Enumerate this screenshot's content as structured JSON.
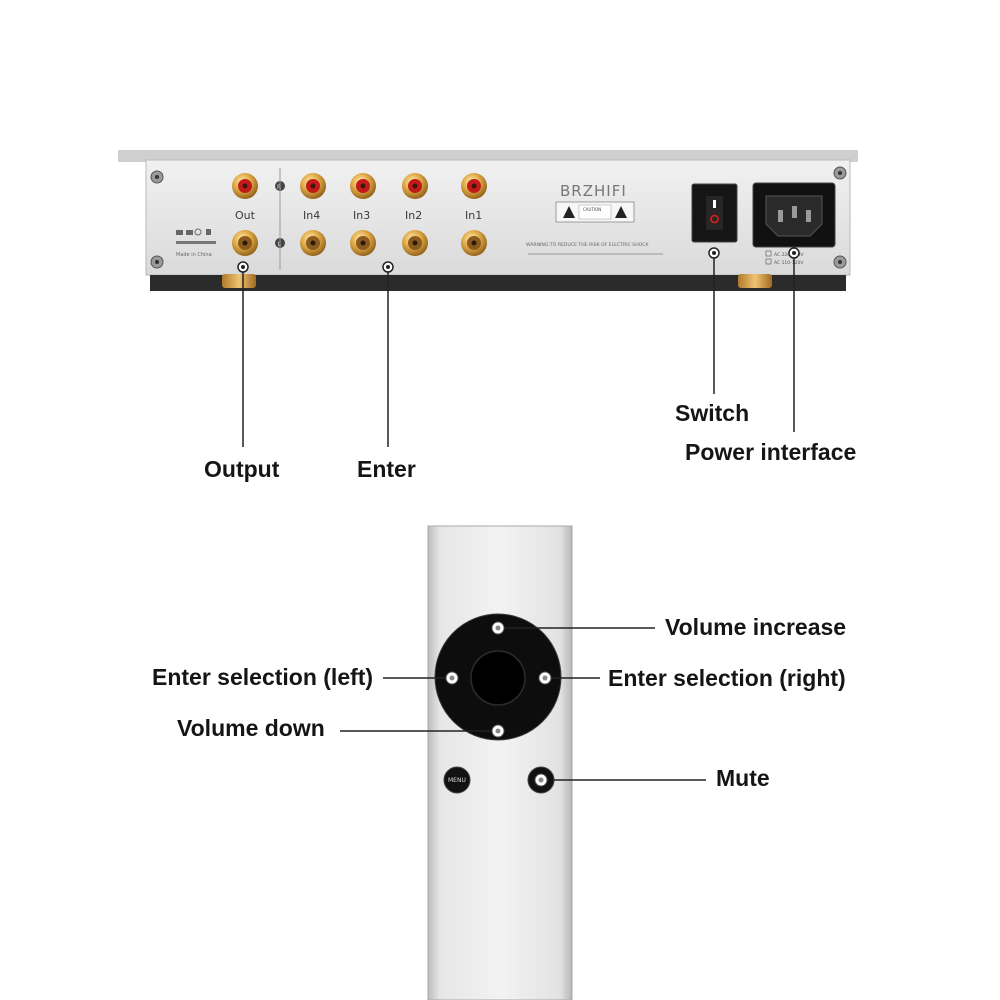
{
  "amplifier": {
    "brand": "BRZHIFI",
    "jacks": {
      "output": "Out",
      "inputs": [
        "In4",
        "In3",
        "In2",
        "In1"
      ]
    },
    "channel_marks": [
      "R",
      "L"
    ],
    "made_in": "Made in China",
    "warning_text": "WARNING:TO REDUCE THE RISK OF ELECTRIC SHOCK",
    "caution_text": "CAUTION",
    "voltage_options": [
      "AC 220-240V",
      "AC 110-120V"
    ]
  },
  "callouts": {
    "output": "Output",
    "enter": "Enter",
    "switch": "Switch",
    "power": "Power interface"
  },
  "remote": {
    "menu_button": "MENU",
    "callouts": {
      "volume_increase": "Volume increase",
      "enter_left": "Enter selection (left)",
      "enter_right": "Enter selection (right)",
      "volume_down": "Volume down",
      "mute": "Mute"
    }
  },
  "colors": {
    "panel": "#e4e4e4",
    "gold": "#d9a445",
    "remote_body": "#dcdcdc",
    "callout_line": "#222222"
  }
}
